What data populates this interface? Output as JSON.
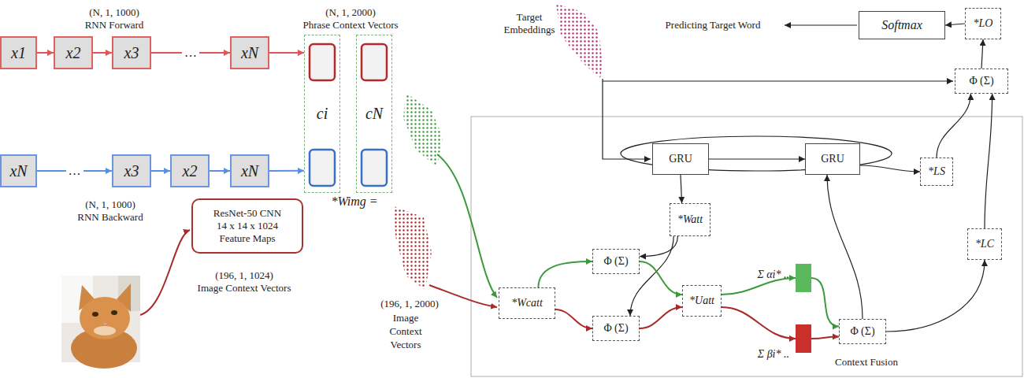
{
  "diagram": {
    "nodes": [
      {
        "text": [
          "x1"
        ]
      },
      {
        "text": [
          "x2"
        ]
      },
      {
        "text": [
          "x3"
        ]
      },
      {
        "text": [
          "xN"
        ]
      },
      {
        "text": [
          "xN"
        ]
      },
      {
        "text": [
          "x3"
        ]
      },
      {
        "text": [
          "x2"
        ]
      },
      {
        "text": [
          "xN"
        ]
      },
      {
        "text": [
          "ci"
        ]
      },
      {
        "text": [
          "cN"
        ]
      },
      {
        "text": [
          "ResNet-50 CNN 14 x 14 x 1024 Feature Maps"
        ]
      },
      {
        "text": [
          "Softmax"
        ]
      },
      {
        "text": [
          "*LO"
        ]
      },
      {
        "text": [
          "Φ (Σ)"
        ]
      },
      {
        "text": [
          "GRU"
        ]
      },
      {
        "text": [
          "GRU"
        ]
      },
      {
        "text": [
          "*Watt"
        ]
      },
      {
        "text": [
          "*LS"
        ]
      },
      {
        "text": [
          "*LC"
        ]
      },
      {
        "text": [
          "*Wcatt"
        ]
      },
      {
        "text": [
          "Φ (Σ)"
        ]
      },
      {
        "text": [
          "Φ (Σ)"
        ]
      },
      {
        "text": [
          "*Uatt"
        ]
      },
      {
        "text": [
          "Σ αi* .."
        ]
      },
      {
        "text": [
          "Σ βi* .."
        ]
      },
      {
        "text": [
          "Φ (Σ)"
        ]
      }
    ],
    "edges": [
      {
        "from": 0,
        "to": 1,
        "arrow": "to"
      },
      {
        "from": 1,
        "to": 2,
        "arrow": "to"
      },
      {
        "from": 2,
        "to": 3,
        "label": "…",
        "arrow": "to"
      },
      {
        "from": 4,
        "to": 5,
        "label": "…",
        "arrow": "to"
      },
      {
        "from": 5,
        "to": 6,
        "arrow": "to"
      },
      {
        "from": 6,
        "to": 7,
        "arrow": "to"
      },
      {
        "from": 3,
        "to": 8,
        "arrow": "to"
      },
      {
        "from": 7,
        "to": 8,
        "arrow": "to"
      },
      {
        "from": 14,
        "to": 15,
        "arrow": "to"
      },
      {
        "from": 14,
        "to": 16,
        "arrow": "to"
      },
      {
        "from": 16,
        "to": 20,
        "arrow": "to"
      },
      {
        "from": 16,
        "to": 21,
        "arrow": "to"
      },
      {
        "from": 19,
        "to": 20,
        "arrow": "to"
      },
      {
        "from": 19,
        "to": 21,
        "arrow": "to"
      },
      {
        "from": 20,
        "to": 22,
        "arrow": "to"
      },
      {
        "from": 21,
        "to": 22,
        "arrow": "to"
      },
      {
        "from": 22,
        "to": 23,
        "arrow": "to"
      },
      {
        "from": 22,
        "to": 24,
        "arrow": "to"
      },
      {
        "from": 23,
        "to": 25,
        "arrow": "to"
      },
      {
        "from": 24,
        "to": 25,
        "arrow": "to"
      },
      {
        "from": 25,
        "to": 15,
        "arrow": "to"
      },
      {
        "from": 25,
        "to": 18,
        "arrow": "to"
      },
      {
        "from": 15,
        "to": 17,
        "arrow": "to"
      },
      {
        "from": 17,
        "to": 13,
        "arrow": "to"
      },
      {
        "from": 18,
        "to": 13,
        "arrow": "to"
      },
      {
        "from": 13,
        "to": 12,
        "arrow": "to"
      },
      {
        "from": 12,
        "to": 11,
        "arrow": "to"
      }
    ],
    "labels": [
      "(N, 1, 1000)",
      "RNN Forward",
      "(N, 1, 1000)",
      "RNN Backward",
      "(N, 1, 2000)",
      "Phrase Context Vectors",
      "(196, 1, 1024)",
      "Image Context Vectors",
      "*Wimg =",
      "(196, 1, 2000)",
      "Image Context Vectors",
      "Target Embeddings",
      "Predicting Target Word",
      "Context Fusion"
    ]
  }
}
